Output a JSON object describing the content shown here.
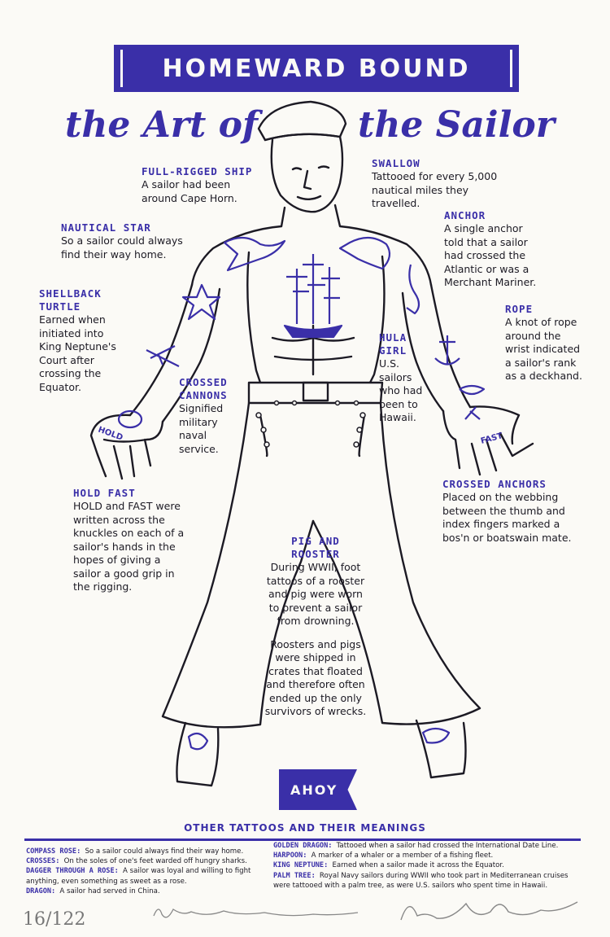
{
  "header": {
    "title": "HOMEWARD BOUND",
    "subtitle_left": "the Art of",
    "subtitle_right": "the Sailor"
  },
  "tattoos": {
    "full_rigged_ship": {
      "name": "FULL-RIGGED SHIP",
      "desc": "A sailor had been around Cape Horn."
    },
    "nautical_star": {
      "name": "NAUTICAL STAR",
      "desc": "So a sailor could always find their way home."
    },
    "shellback_turtle": {
      "name": "SHELLBACK\nTURTLE",
      "desc": "Earned when initiated into King Neptune's Court after crossing the Equator."
    },
    "crossed_cannons": {
      "name": "CROSSED\nCANNONS",
      "desc": "Signified military naval service."
    },
    "hold_fast": {
      "name": "HOLD FAST",
      "desc": "HOLD and FAST were written across the knuckles on each of a sailor's hands in the hopes of giving a sailor a good grip in the rigging."
    },
    "swallow": {
      "name": "SWALLOW",
      "desc": "Tattooed for every 5,000 nautical miles they travelled."
    },
    "anchor": {
      "name": "ANCHOR",
      "desc": "A single anchor told that a sailor had crossed the Atlantic or was a Merchant Mariner."
    },
    "rope": {
      "name": "ROPE",
      "desc": "A knot of rope around the wrist indicated a sailor's rank as a deckhand."
    },
    "hula_girl": {
      "name": "HULA\nGIRL",
      "desc": "U.S. sailors who had been to Hawaii."
    },
    "crossed_anchors": {
      "name": "CROSSED ANCHORS",
      "desc": "Placed on the webbing between the thumb and index fingers marked a bos'n or boatswain mate."
    },
    "pig_and_rooster": {
      "name": "PIG AND\nROOSTER",
      "desc": "During WWII, foot tattoos of a rooster and pig were worn to prevent a sailor from drowning.",
      "desc2": "Roosters and pigs were shipped in crates that floated and therefore often ended up the only survivors of wrecks."
    }
  },
  "ahoy": "AHOY",
  "knuckles": {
    "left": "HOLD",
    "right": "FAST"
  },
  "other": {
    "title": "OTHER TATTOOS AND THEIR MEANINGS",
    "left": [
      {
        "key": "COMPASS ROSE:",
        "text": "So a sailor could always find their way home."
      },
      {
        "key": "CROSSES:",
        "text": "On the soles of one's feet warded off hungry sharks."
      },
      {
        "key": "DAGGER THROUGH A ROSE:",
        "text": "A sailor was loyal and willing to fight anything, even something as sweet as a rose."
      },
      {
        "key": "DRAGON:",
        "text": "A sailor had served in China."
      }
    ],
    "right": [
      {
        "key": "GOLDEN DRAGON:",
        "text": "Tattooed when a sailor had crossed the International Date Line."
      },
      {
        "key": "HARPOON:",
        "text": "A marker of a whaler or a member of a fishing fleet."
      },
      {
        "key": "KING NEPTUNE:",
        "text": "Earned when a sailor made it across the Equator."
      },
      {
        "key": "PALM TREE:",
        "text": "Royal Navy sailors during WWII who took part in Mediterranean cruises were tattooed with a palm tree, as were U.S. sailors who spent time in Hawaii."
      }
    ]
  },
  "edition": "16/122",
  "colors": {
    "ink": "#3a2fa8",
    "paper": "#fbfaf6",
    "line": "#1c1a24"
  }
}
